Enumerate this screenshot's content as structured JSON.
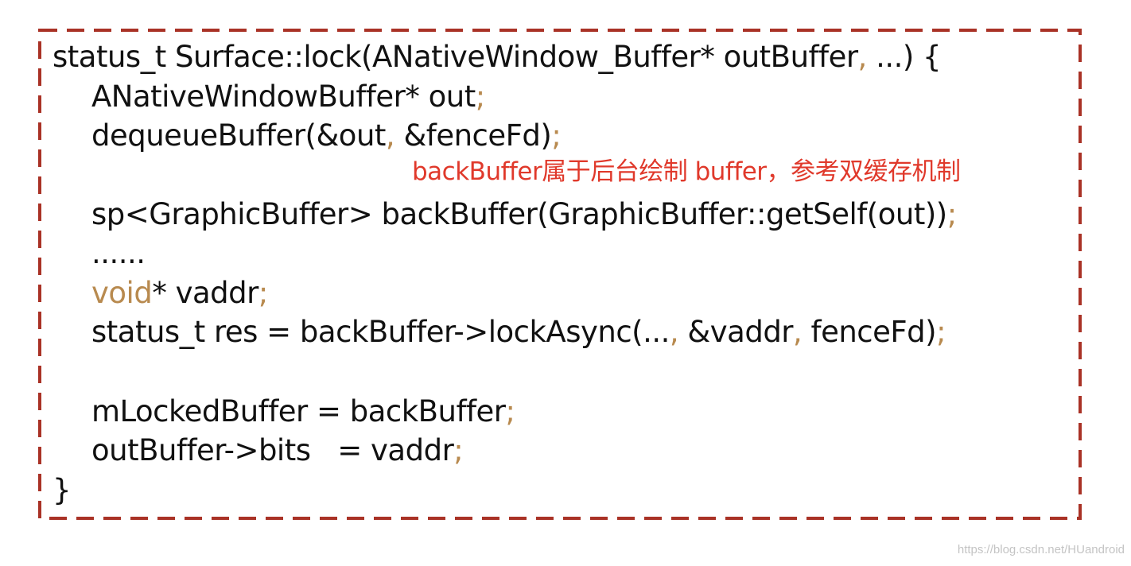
{
  "code": {
    "line1": {
      "a": "status_t Surface::lock(ANativeWindow_Buffer* outBuffer",
      "b": ",",
      "c": " ...) {"
    },
    "line2": {
      "a": "ANativeWindowBuffer* out",
      "b": ";"
    },
    "line3": {
      "a": "dequeueBuffer(&out",
      "b": ",",
      "c": " &fenceFd)",
      "d": ";"
    },
    "annotation": "backBuffer属于后台绘制 buffer，参考双缓存机制",
    "line4": {
      "a": "sp<GraphicBuffer> backBuffer(GraphicBuffer::getSelf(out))",
      "b": ";"
    },
    "line5": {
      "a": "......"
    },
    "line6": {
      "kw": "void",
      "a": "* vaddr",
      "b": ";"
    },
    "line7": {
      "a": "status_t res = backBuffer->lockAsync(...",
      "b": ",",
      "c": " &vaddr",
      "d": ",",
      "e": " fenceFd)",
      "f": ";"
    },
    "line8": {
      "a": "mLockedBuffer = backBuffer",
      "b": ";"
    },
    "line9": {
      "a": "outBuffer->bits   = vaddr",
      "b": ";"
    },
    "line10": {
      "a": "}"
    }
  },
  "colors": {
    "text": "#111111",
    "punctuation": "#b88a4f",
    "annotation": "#e0392b",
    "border": "#a93226"
  },
  "watermark": "https://blog.csdn.net/HUandroid"
}
